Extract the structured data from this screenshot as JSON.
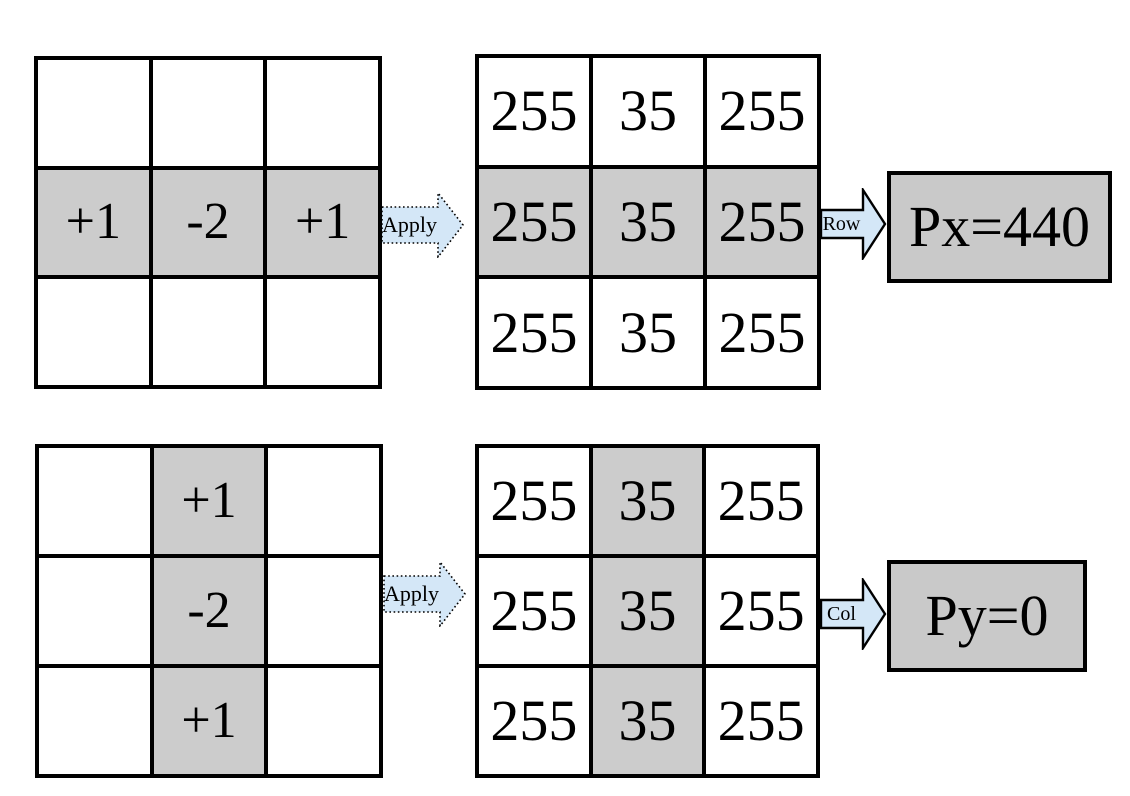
{
  "colors": {
    "shaded-cell": "#cccccc",
    "result-box-fill": "#c9c9c9",
    "arrow-fill": "#d4e7f7",
    "line": "#000000"
  },
  "sections": [
    {
      "id": "row-detection",
      "kernel_grid": {
        "rows": [
          [
            "",
            "",
            ""
          ],
          [
            "+1",
            "-2",
            "+1"
          ],
          [
            "",
            "",
            ""
          ]
        ],
        "shaded": {
          "type": "row",
          "index": 1
        }
      },
      "apply_arrow": {
        "label": "Apply"
      },
      "pixel_grid": {
        "rows": [
          [
            "255",
            "35",
            "255"
          ],
          [
            "255",
            "35",
            "255"
          ],
          [
            "255",
            "35",
            "255"
          ]
        ],
        "shaded": {
          "type": "row",
          "index": 1
        }
      },
      "direction_arrow": {
        "label": "Row"
      },
      "result_box": {
        "label": "Px=440"
      }
    },
    {
      "id": "col-detection",
      "kernel_grid": {
        "rows": [
          [
            "",
            "+1",
            ""
          ],
          [
            "",
            "-2",
            ""
          ],
          [
            "",
            "+1",
            ""
          ]
        ],
        "shaded": {
          "type": "col",
          "index": 1
        }
      },
      "apply_arrow": {
        "label": "Apply"
      },
      "pixel_grid": {
        "rows": [
          [
            "255",
            "35",
            "255"
          ],
          [
            "255",
            "35",
            "255"
          ],
          [
            "255",
            "35",
            "255"
          ]
        ],
        "shaded": {
          "type": "col",
          "index": 1
        }
      },
      "direction_arrow": {
        "label": "Col"
      },
      "result_box": {
        "label": "Py=0"
      }
    }
  ]
}
